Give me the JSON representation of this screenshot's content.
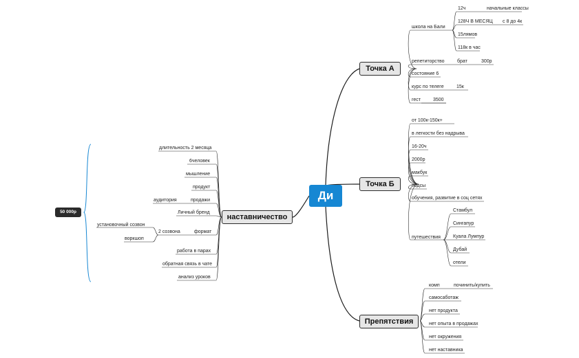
{
  "central": {
    "label": "Ди"
  },
  "branches": {
    "tochka_a": {
      "label": "Точка А",
      "items": {
        "school": "школа на Бали",
        "school_sub": [
          "12ч",
          "128Ч В МЕСЯЦ",
          "15лямов",
          "118к в час"
        ],
        "school_sub_sub": [
          "начальные классы",
          "с 8 до 4к"
        ],
        "tutoring": "репетиторство",
        "brother": "брат",
        "price300": "300р",
        "state": "состояние 6",
        "course": "курс по телеге",
        "course_price": "15к",
        "guest": "гест",
        "guest_price": "3500"
      }
    },
    "tochka_b": {
      "label": "Точка Б",
      "items": [
        "от 100к-150к+",
        "в легкости без надрыва",
        "16-20ч",
        "2000р",
        "макбук",
        "подсы",
        "обучения, развитие в соц сетях"
      ],
      "travel": {
        "label": "путешествия",
        "items": [
          "Стамбул",
          "Сингапур",
          "Куала Лумпур",
          "Дубай",
          "отели"
        ]
      }
    },
    "obstacles": {
      "label": "Препятствия",
      "items": [
        "комп",
        "самосаботаж",
        "нет продукта",
        "нет опыта в продажах",
        "нет окружения",
        "нет наставника"
      ],
      "comp_sub": "починить/купить"
    },
    "mentoring": {
      "label": "наставничество",
      "items": {
        "duration": "длительность 2 месяца",
        "people": "6человек",
        "thinking": "мышление",
        "product": "продукт",
        "sales": "продажи",
        "audience": "аудитория",
        "brand": "Личный бренд",
        "format": "формат",
        "calls": "2 созвона",
        "intro_call": "установочный созвон",
        "workshop": "воркшоп",
        "pairs": "работа в парах",
        "feedback": "обратная связь в чате",
        "analysis": "анализ уроков"
      }
    }
  },
  "summary": {
    "label": "50 000р"
  },
  "colors": {
    "central": "#1687d3",
    "branch_fill": "#e6e6e6",
    "badge": "#2b2b2b",
    "summary_bracket": "#1687d3",
    "line": "#1a1a1a"
  }
}
